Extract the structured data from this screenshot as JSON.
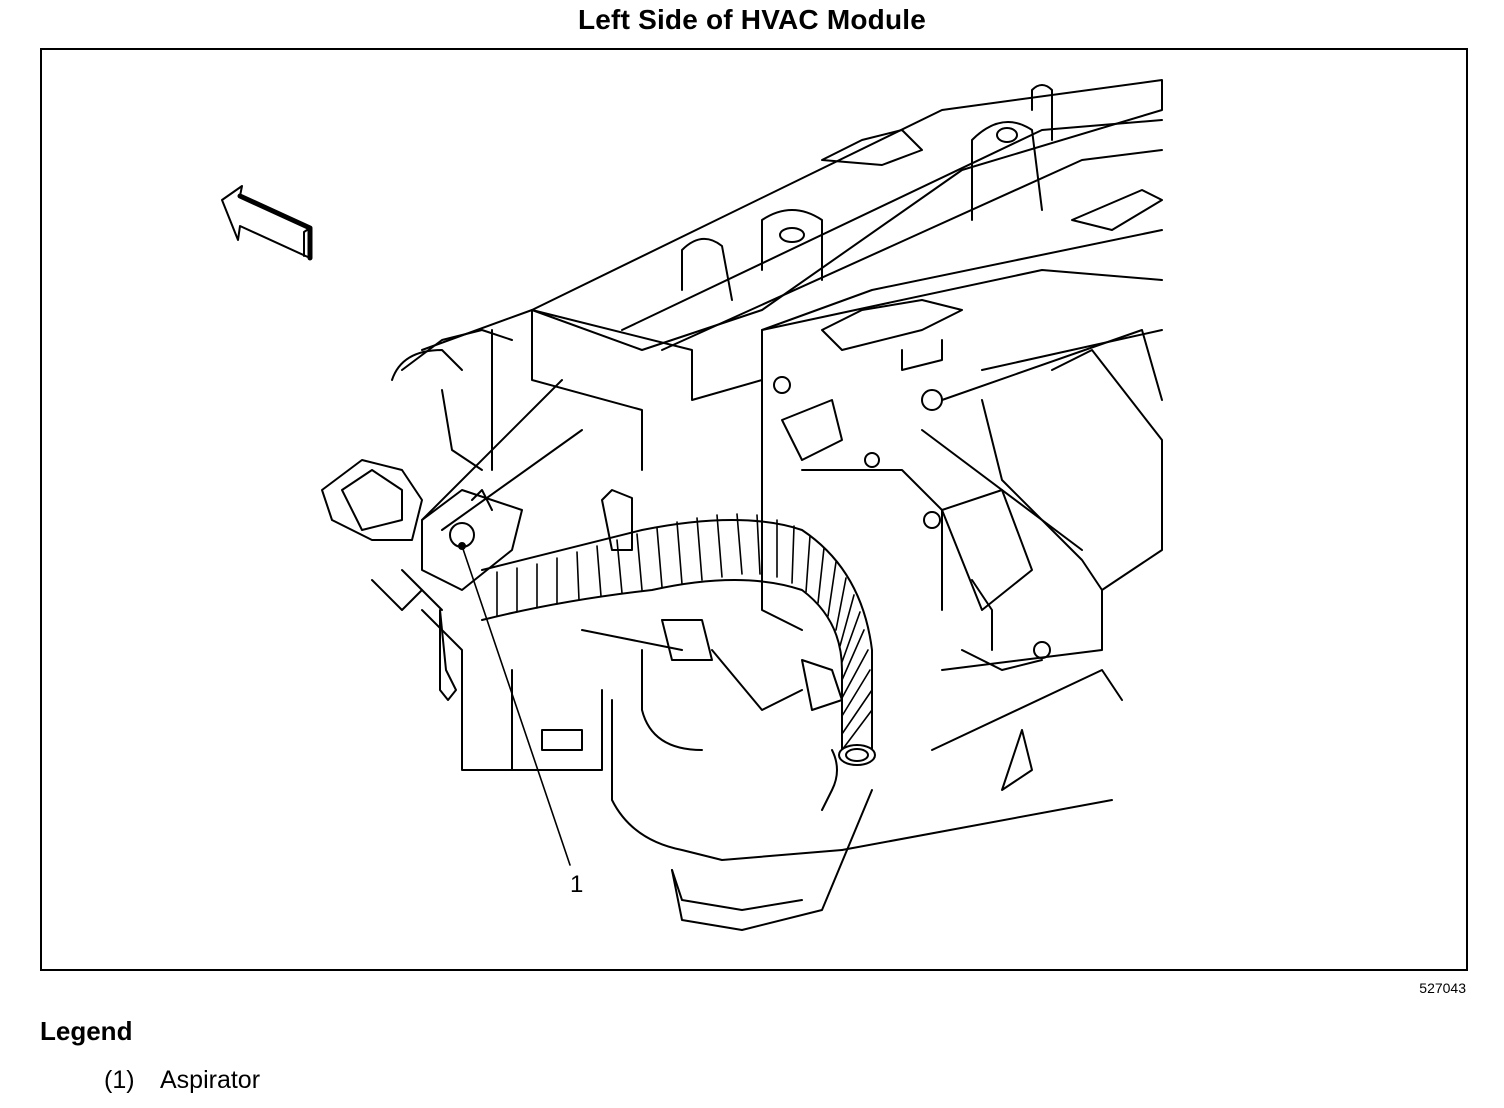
{
  "title": "Left Side of HVAC Module",
  "figure_id": "527043",
  "callouts": [
    {
      "label": "1"
    }
  ],
  "legend": {
    "heading": "Legend",
    "items": [
      {
        "number": "(1)",
        "label": "Aspirator"
      }
    ]
  },
  "colors": {
    "line": "#000000",
    "background": "#ffffff"
  }
}
